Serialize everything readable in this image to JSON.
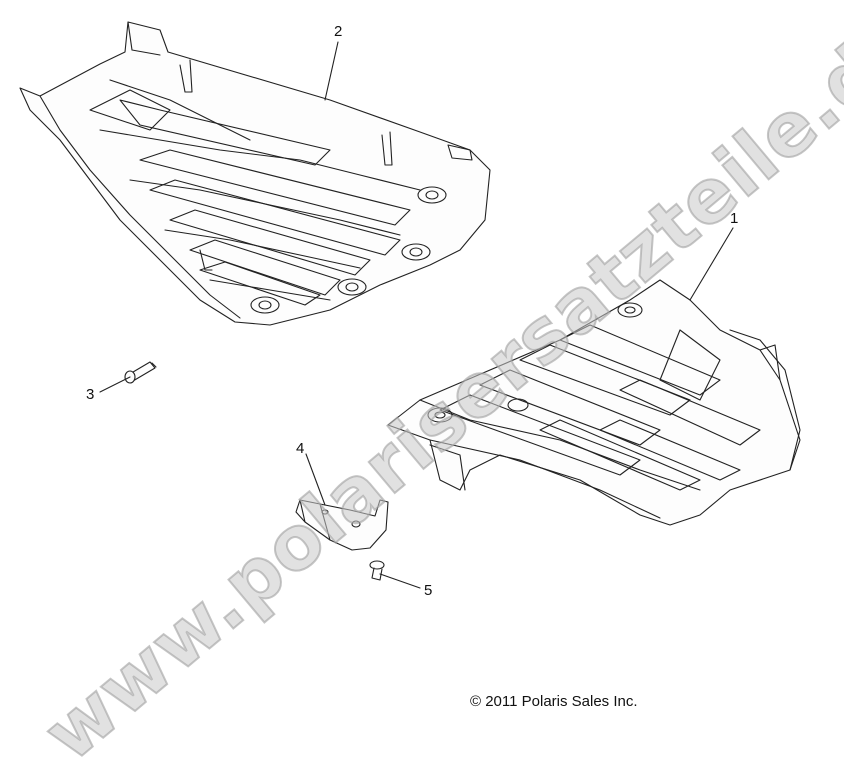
{
  "callouts": [
    {
      "label": "1"
    },
    {
      "label": "2"
    },
    {
      "label": "3"
    },
    {
      "label": "4"
    },
    {
      "label": "5"
    }
  ],
  "copyright": "© 2011 Polaris Sales Inc.",
  "watermark": "www.polarisersatzteile.de"
}
